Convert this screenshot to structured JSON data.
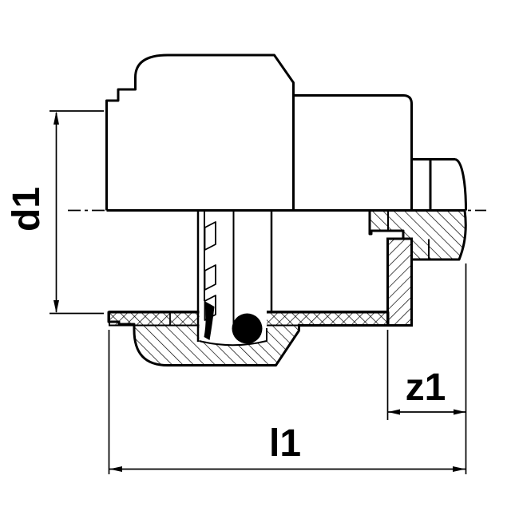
{
  "drawing": {
    "background_color": "#ffffff",
    "line_color": "#000000",
    "labels": {
      "d1": "d1",
      "l1": "l1",
      "z1": "z1"
    }
  }
}
